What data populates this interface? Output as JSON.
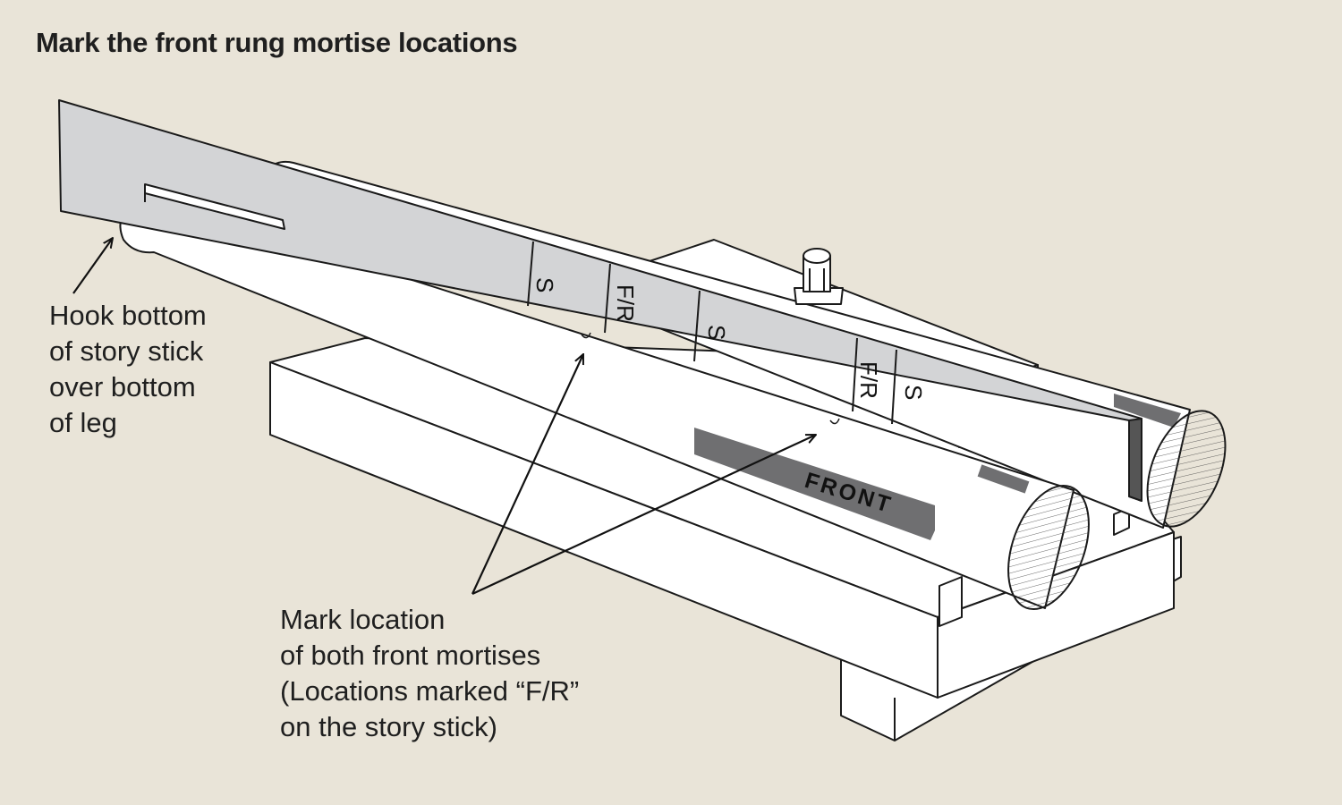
{
  "title": "Mark the front rung mortise locations",
  "callouts": {
    "hook": {
      "lines": [
        "Hook bottom",
        "of story stick",
        "over bottom",
        "of leg"
      ]
    },
    "mark": {
      "lines": [
        "Mark location",
        "of both front mortises",
        "(Locations marked “F/R”",
        "on the story stick)"
      ]
    }
  },
  "story_stick_marks": [
    "S",
    "F/R",
    "S",
    "F/R",
    "S"
  ],
  "leg_label": "FRONT",
  "colors": {
    "background": "#e9e4d8",
    "story_stick": "#d3d4d6",
    "label_band": "#6f6f71",
    "outline": "#1a1a1a"
  }
}
